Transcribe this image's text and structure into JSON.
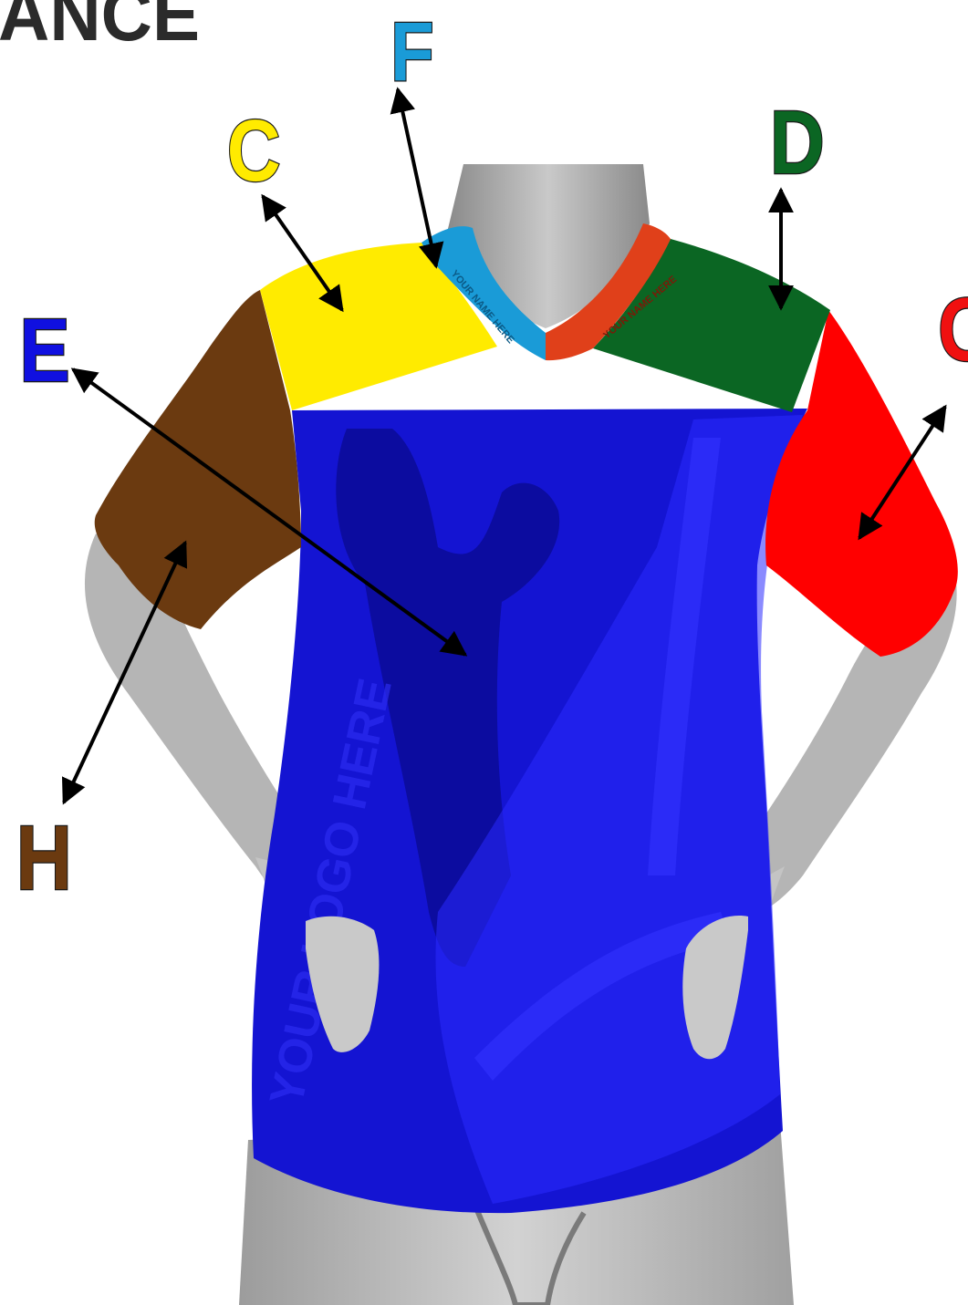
{
  "header": {
    "partial_title": "ANCE"
  },
  "labels": {
    "C": {
      "text": "C",
      "color": "#FFEB00"
    },
    "D": {
      "text": "D",
      "color": "#0B6623"
    },
    "E": {
      "text": "E",
      "color": "#1010E0"
    },
    "F": {
      "text": "F",
      "color": "#1A9BD7"
    },
    "G": {
      "text": "G",
      "color": "#F01010"
    },
    "H": {
      "text": "H",
      "color": "#6B3A10"
    }
  },
  "panel_colors": {
    "body": "#1414D2",
    "front_yoke_left": "#FFEB00",
    "front_yoke_right": "#0B6623",
    "collar_left": "#1A9BD7",
    "collar_right": "#E0401A",
    "sleeve_left": "#6B3A10",
    "sleeve_right": "#FF0000",
    "arrow": "#000000"
  },
  "shirt_print": {
    "logo_text": "YOUR LOGO HERE",
    "collar_text": "YOUR NAME HERE"
  }
}
